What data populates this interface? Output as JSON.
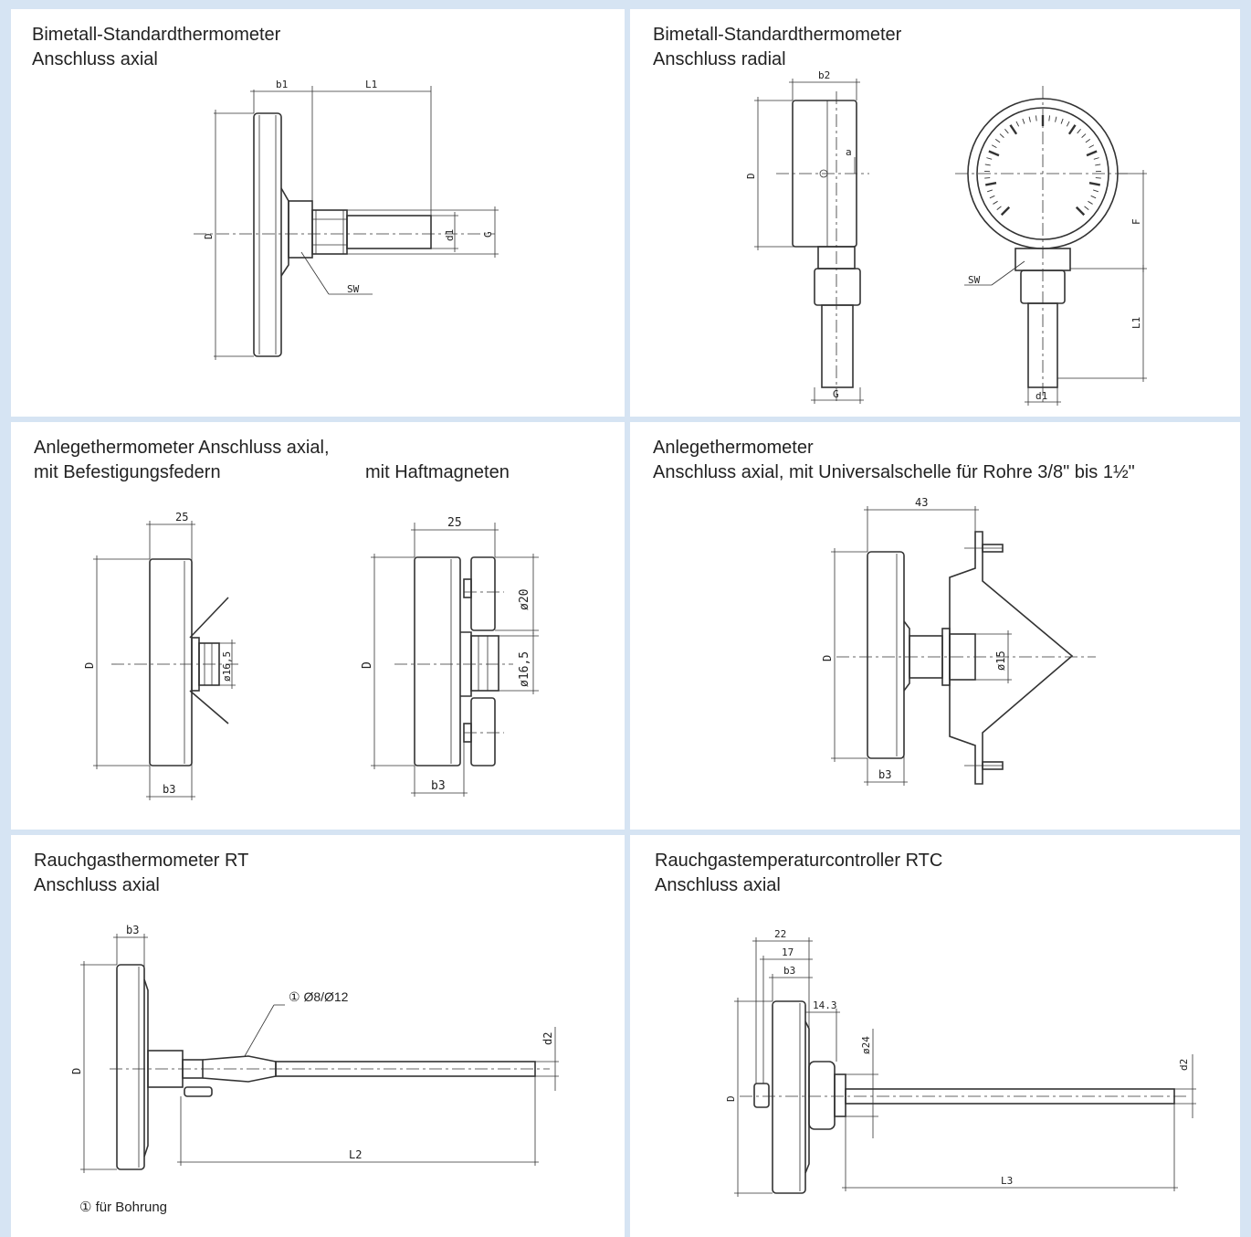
{
  "panels": {
    "p1": {
      "title1": "Bimetall-Standardthermometer",
      "title2": "Anschluss axial",
      "labels": {
        "b1": "b1",
        "l1": "L1",
        "d": "D",
        "d1": "d1",
        "g": "G",
        "sw": "SW"
      }
    },
    "p2": {
      "title1": "Bimetall-Standardthermometer",
      "title2": "Anschluss radial",
      "labels": {
        "b2": "b2",
        "d": "D",
        "a": "a",
        "g": "G",
        "f": "F",
        "sw": "SW",
        "l1": "L1",
        "d1": "d1"
      }
    },
    "p3": {
      "title1": "Anlegethermometer Anschluss axial,",
      "title2a": "mit Befestigungsfedern",
      "title2b": "mit Haftmagneten",
      "labels": {
        "w25a": "25",
        "d_a": "D",
        "dia165a": "ø16,5",
        "b3a": "b3",
        "w25b": "25",
        "d_b": "D",
        "dia20": "ø20",
        "dia165b": "ø16,5",
        "b3b": "b3"
      }
    },
    "p4": {
      "title1": "Anlegethermometer",
      "title2": "Anschluss axial, mit Universalschelle für Rohre 3/8\" bis 1½\"",
      "labels": {
        "w43": "43",
        "d": "D",
        "dia15": "ø15",
        "b3": "b3"
      }
    },
    "p5": {
      "title1": "Rauchgasthermometer RT",
      "title2": "Anschluss axial",
      "labels": {
        "b3": "b3",
        "d": "D",
        "d2": "d2",
        "l2": "L2",
        "callout": "① Ø8/Ø12"
      },
      "footnote": "① für Bohrung"
    },
    "p6": {
      "title1": "Rauchgastemperaturcontroller RTC",
      "title2": "Anschluss axial",
      "labels": {
        "w22": "22",
        "w17": "17",
        "b3": "b3",
        "w143": "14.3",
        "dia24": "ø24",
        "d": "D",
        "d2": "d2",
        "l3": "L3"
      }
    }
  },
  "colors": {
    "frame": "#d6e4f3",
    "line": "#333333",
    "background": "#ffffff"
  }
}
